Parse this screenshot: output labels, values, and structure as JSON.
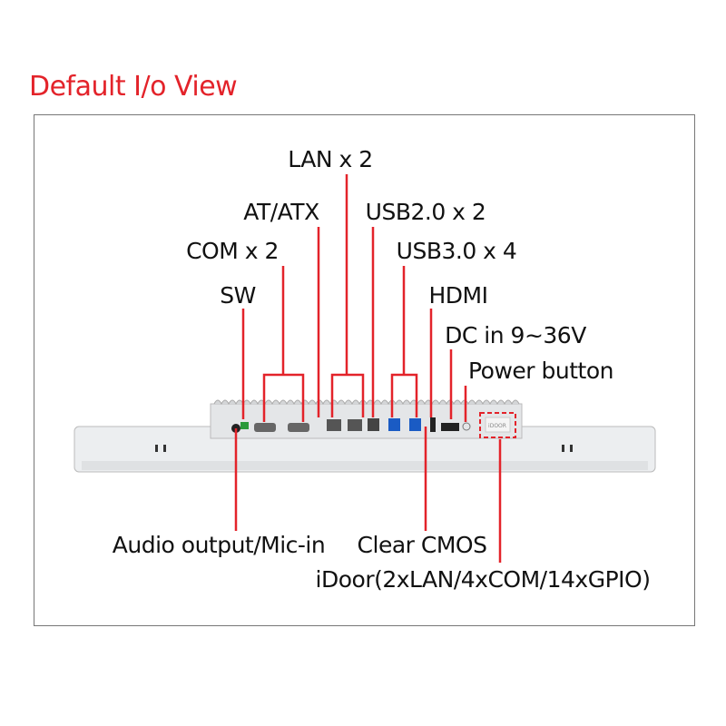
{
  "title": "Default I/o View",
  "labels": {
    "lan": "LAN x 2",
    "at_atx": "AT/ATX",
    "usb2": "USB2.0 x 2",
    "com": "COM x 2",
    "usb3": "USB3.0 x 4",
    "sw": "SW",
    "hdmi": "HDMI",
    "dc": "DC in 9~36V",
    "power": "Power button",
    "audio": "Audio output/Mic-in",
    "cmos": "Clear CMOS",
    "idoor": "iDoor(2xLAN/4xCOM/14xGPIO)"
  },
  "device": {
    "idoor_text": "iDOOR"
  },
  "colors": {
    "accent": "#e3232a"
  }
}
